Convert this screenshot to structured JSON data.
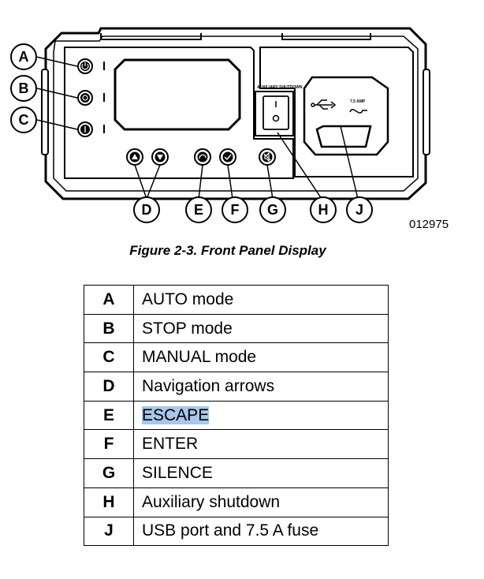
{
  "figure": {
    "number": "012975",
    "caption": "Figure 2-3. Front Panel Display",
    "panel_labels": {
      "aux_shutdown": "AUXILIARY SHUTDOWN",
      "fuse_rating": "7.5 AMP"
    },
    "callouts": [
      "A",
      "B",
      "C",
      "D",
      "E",
      "F",
      "G",
      "H",
      "J"
    ]
  },
  "legend": {
    "rows": [
      {
        "key": "A",
        "desc": "AUTO mode",
        "highlighted": false
      },
      {
        "key": "B",
        "desc": "STOP mode",
        "highlighted": false
      },
      {
        "key": "C",
        "desc": "MANUAL mode",
        "highlighted": false
      },
      {
        "key": "D",
        "desc": "Navigation arrows",
        "highlighted": false
      },
      {
        "key": "E",
        "desc": "ESCAPE",
        "highlighted": true
      },
      {
        "key": "F",
        "desc": "ENTER",
        "highlighted": false
      },
      {
        "key": "G",
        "desc": "SILENCE",
        "highlighted": false
      },
      {
        "key": "H",
        "desc": "Auxiliary shutdown",
        "highlighted": false
      },
      {
        "key": "J",
        "desc": "USB port and 7.5 A fuse",
        "highlighted": false
      }
    ]
  },
  "colors": {
    "highlight": "#a8c7ea"
  },
  "icons": [
    "power-icon",
    "stop-icon",
    "manual-icon",
    "up-arrow-icon",
    "down-arrow-icon",
    "escape-icon",
    "enter-icon",
    "silence-icon",
    "usb-icon",
    "fuse-icon"
  ]
}
